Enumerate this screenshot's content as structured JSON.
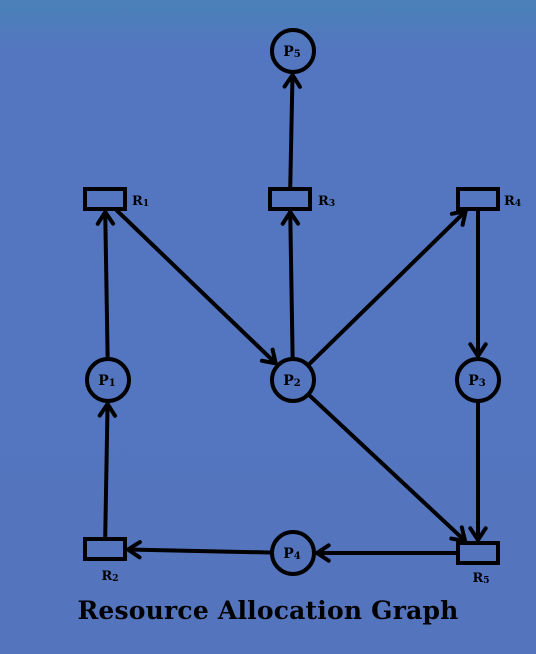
{
  "title": "Resource Allocation Graph",
  "colors": {
    "background": "#5474be",
    "stroke": "#000000"
  },
  "processes": [
    {
      "id": "P5",
      "label": "P",
      "sub": "5"
    },
    {
      "id": "P1",
      "label": "P",
      "sub": "1"
    },
    {
      "id": "P2",
      "label": "P",
      "sub": "2"
    },
    {
      "id": "P3",
      "label": "P",
      "sub": "3"
    },
    {
      "id": "P4",
      "label": "P",
      "sub": "4"
    }
  ],
  "resources": [
    {
      "id": "R1",
      "label": "R",
      "sub": "1"
    },
    {
      "id": "R3",
      "label": "R",
      "sub": "3"
    },
    {
      "id": "R4",
      "label": "R",
      "sub": "4"
    },
    {
      "id": "R2",
      "label": "R",
      "sub": "2"
    },
    {
      "id": "R5",
      "label": "R",
      "sub": "5"
    }
  ],
  "edges": [
    {
      "from": "R3",
      "to": "P5"
    },
    {
      "from": "P1",
      "to": "R1"
    },
    {
      "from": "R1",
      "to": "P2"
    },
    {
      "from": "P2",
      "to": "R3"
    },
    {
      "from": "P2",
      "to": "R4"
    },
    {
      "from": "R4",
      "to": "P3"
    },
    {
      "from": "P2",
      "to": "R5"
    },
    {
      "from": "P3",
      "to": "R5"
    },
    {
      "from": "R5",
      "to": "P4"
    },
    {
      "from": "P4",
      "to": "R2"
    },
    {
      "from": "R2",
      "to": "P1"
    }
  ]
}
